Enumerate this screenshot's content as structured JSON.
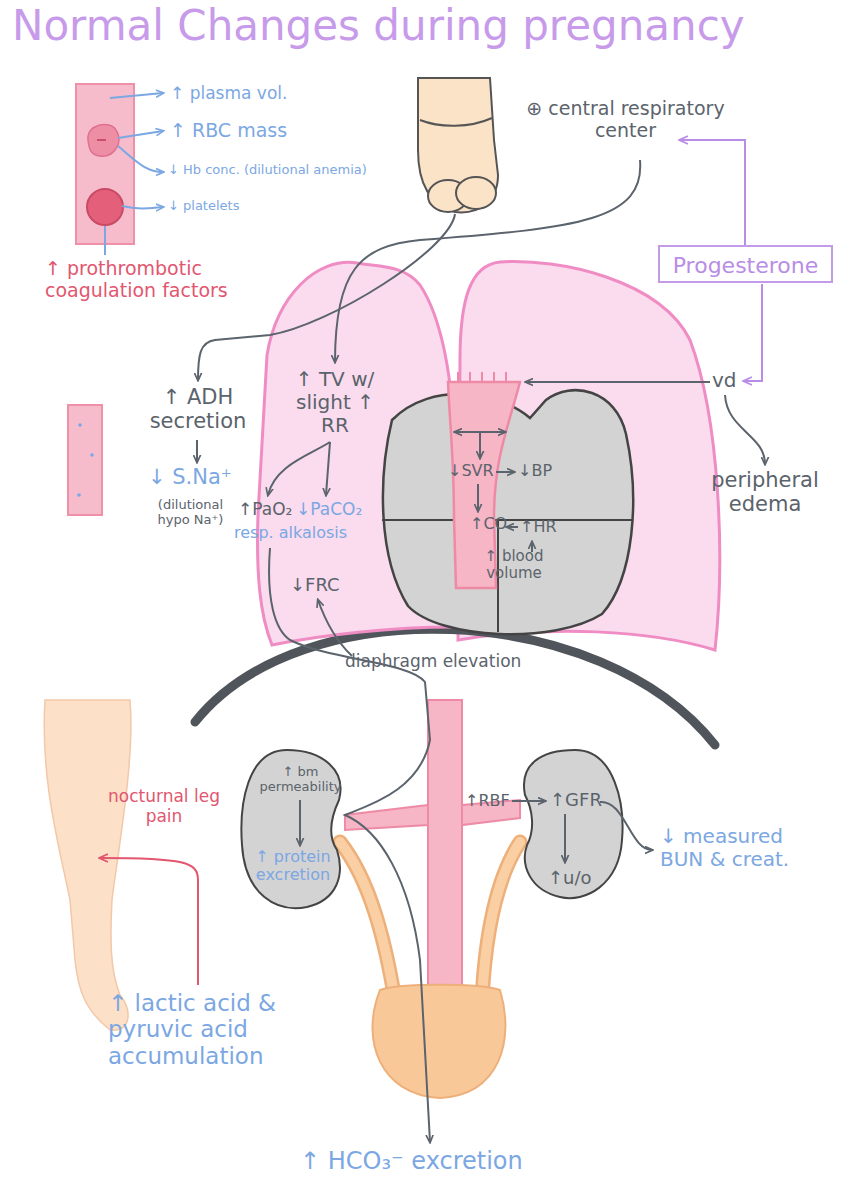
{
  "diagram": {
    "title": "Normal Changes during pregnancy",
    "nodes": [
      {
        "text": [
          "Progesterone"
        ]
      },
      {
        "text": [
          "↑ TV w/ slight ↑ RR",
          "↑PaO₂",
          "↓PaCO₂",
          "resp. alkalosis",
          "↓FRC"
        ]
      },
      {
        "text": [
          "↓SVR",
          "↓BP",
          "↑CO",
          "↑HR",
          "↑ blood volume"
        ]
      },
      {
        "text": [
          "↑ bm permeability",
          "↑ protein excretion"
        ]
      },
      {
        "text": [
          "↑GFR",
          "↑u/o"
        ]
      }
    ],
    "labels": [
      "↑ plasma vol.",
      "↑ RBC mass",
      "↓ Hb conc. (dilutional anemia)",
      "↓ platelets",
      "↑ prothrombotic coagulation factors",
      "⊕ central respiratory center",
      "↑ ADH secretion",
      "↓ S.Na⁺",
      "(dilutional hypo Na⁺)",
      "vd",
      "peripheral edema",
      "diaphragm elevation",
      "↑RBF",
      "↓ measured BUN & creat.",
      "nocturnal leg pain",
      "↑ lactic acid & pyruvic acid accumulation",
      "↑ HCO₃⁻ excretion"
    ]
  }
}
